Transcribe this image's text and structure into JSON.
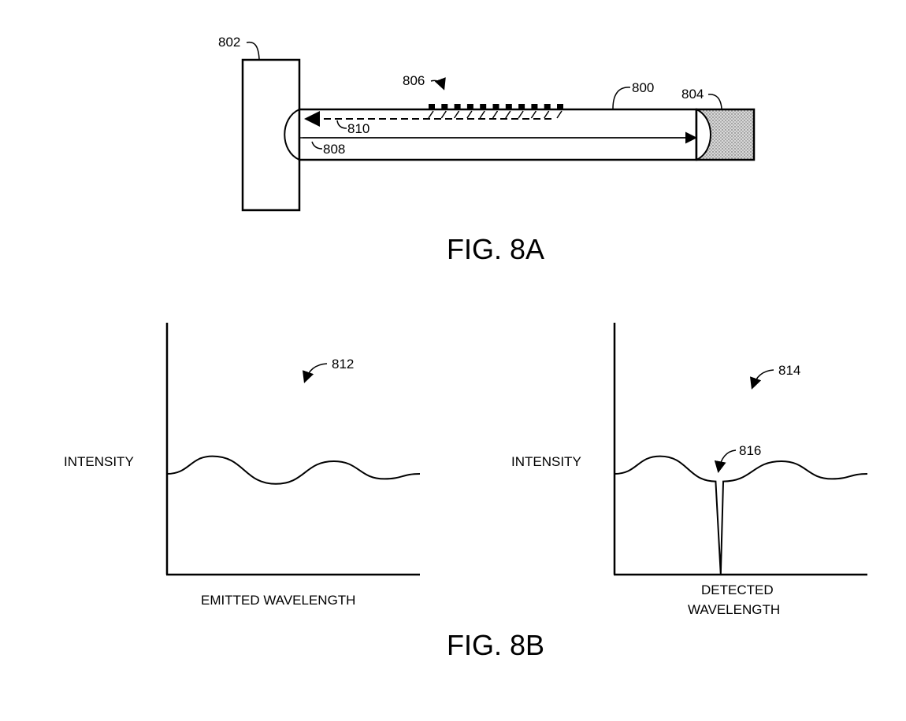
{
  "figures": {
    "fig8a": {
      "caption": "FIG. 8A",
      "refs": {
        "r800": "800",
        "r802": "802",
        "r804": "804",
        "r806": "806",
        "r808": "808",
        "r810": "810"
      }
    },
    "fig8b": {
      "caption": "FIG. 8B",
      "left": {
        "ref": "812",
        "ylabel": "INTENSITY",
        "xlabel": "EMITTED WAVELENGTH"
      },
      "right": {
        "ref": "814",
        "dip_ref": "816",
        "ylabel": "INTENSITY",
        "xlabel_line1": "DETECTED",
        "xlabel_line2": "WAVELENGTH"
      }
    }
  },
  "chart_data": [
    {
      "type": "line",
      "title": "",
      "xlabel": "EMITTED WAVELENGTH",
      "ylabel": "INTENSITY",
      "x": [
        0,
        0.18,
        0.43,
        0.66,
        0.86,
        1.0
      ],
      "values": [
        0.4,
        0.47,
        0.36,
        0.45,
        0.38,
        0.4
      ],
      "ylim": [
        0,
        1
      ],
      "grid": false
    },
    {
      "type": "line",
      "title": "",
      "xlabel": "DETECTED WAVELENGTH",
      "ylabel": "INTENSITY",
      "x": [
        0,
        0.18,
        0.4,
        0.42,
        0.43,
        0.66,
        0.86,
        1.0
      ],
      "values": [
        0.4,
        0.47,
        0.37,
        0.0,
        0.37,
        0.45,
        0.38,
        0.4
      ],
      "ylim": [
        0,
        1
      ],
      "grid": false,
      "annotation": "816 (narrow dip)"
    }
  ]
}
